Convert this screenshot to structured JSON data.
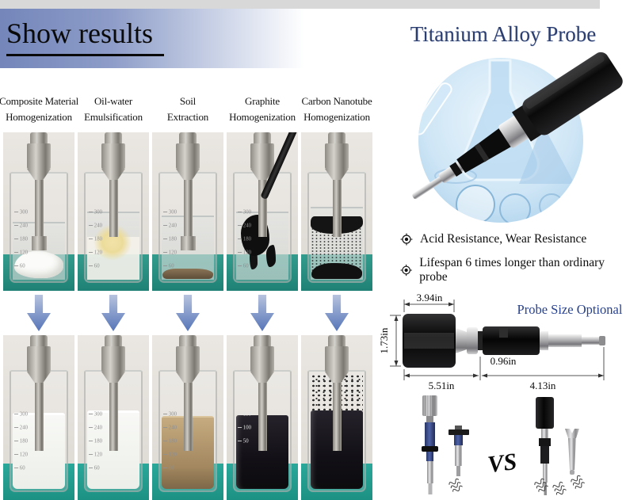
{
  "header": {
    "show_results": "Show results",
    "titanium_title": "Titanium Alloy Probe"
  },
  "columns": [
    {
      "line1": "Composite Material",
      "line2": "Homogenization"
    },
    {
      "line1": "Oil-water",
      "line2": "Emulsification"
    },
    {
      "line1": "Soil",
      "line2": "Extraction"
    },
    {
      "line1": "Graphite",
      "line2": "Homogenization"
    },
    {
      "line1": "Carbon Nanotube",
      "line2": "Homogenization"
    }
  ],
  "beaker": {
    "graduations_300": [
      "300",
      "240",
      "180",
      "120",
      "60"
    ],
    "graduations_150": [
      "150",
      "100",
      "50"
    ]
  },
  "features": {
    "bullet1": "Acid Resistance, Wear Resistance",
    "bullet2": "Lifespan 6 times longer than ordinary probe"
  },
  "probe_size": {
    "title": "Probe Size Optional",
    "dim_top": "3.94in",
    "dim_left": "1.73in",
    "dim_mid": "0.96in",
    "dim_bottom_left": "5.51in",
    "dim_bottom_right": "4.13in"
  },
  "comparison": {
    "vs": "VS"
  },
  "colors": {
    "banner_blue": "#7486ba",
    "navy_title": "#2c3e6f",
    "royal_blue": "#27418f",
    "arrow_blue": "#5d7cba",
    "mat_teal": "#279a8c",
    "strip_gray": "#d8d8d8"
  }
}
